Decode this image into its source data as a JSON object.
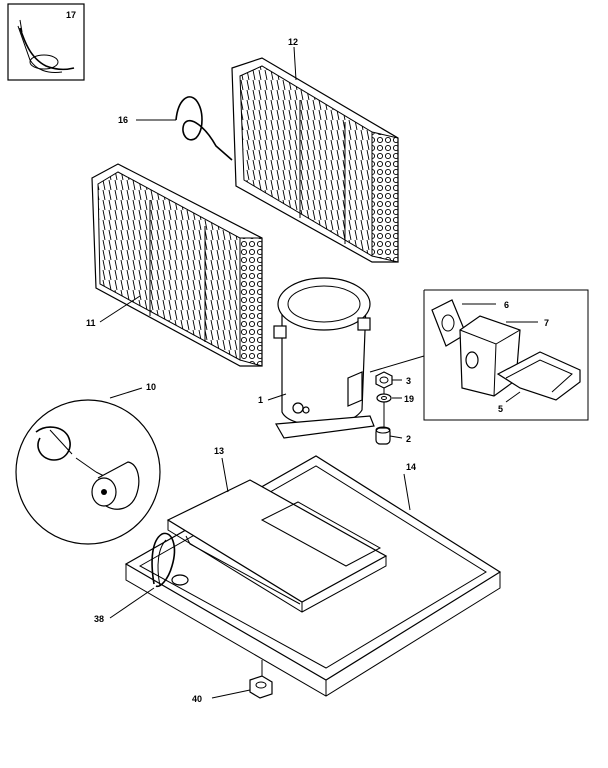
{
  "labels": {
    "p17": "17",
    "p12": "12",
    "p16": "16",
    "p11": "11",
    "p6": "6",
    "p7": "7",
    "p3": "3",
    "p19": "19",
    "p5": "5",
    "p1": "1",
    "p2": "2",
    "p10": "10",
    "p13": "13",
    "p14": "14",
    "p38": "38",
    "p40": "40"
  },
  "colors": {
    "line": "#000000",
    "background": "#ffffff"
  }
}
